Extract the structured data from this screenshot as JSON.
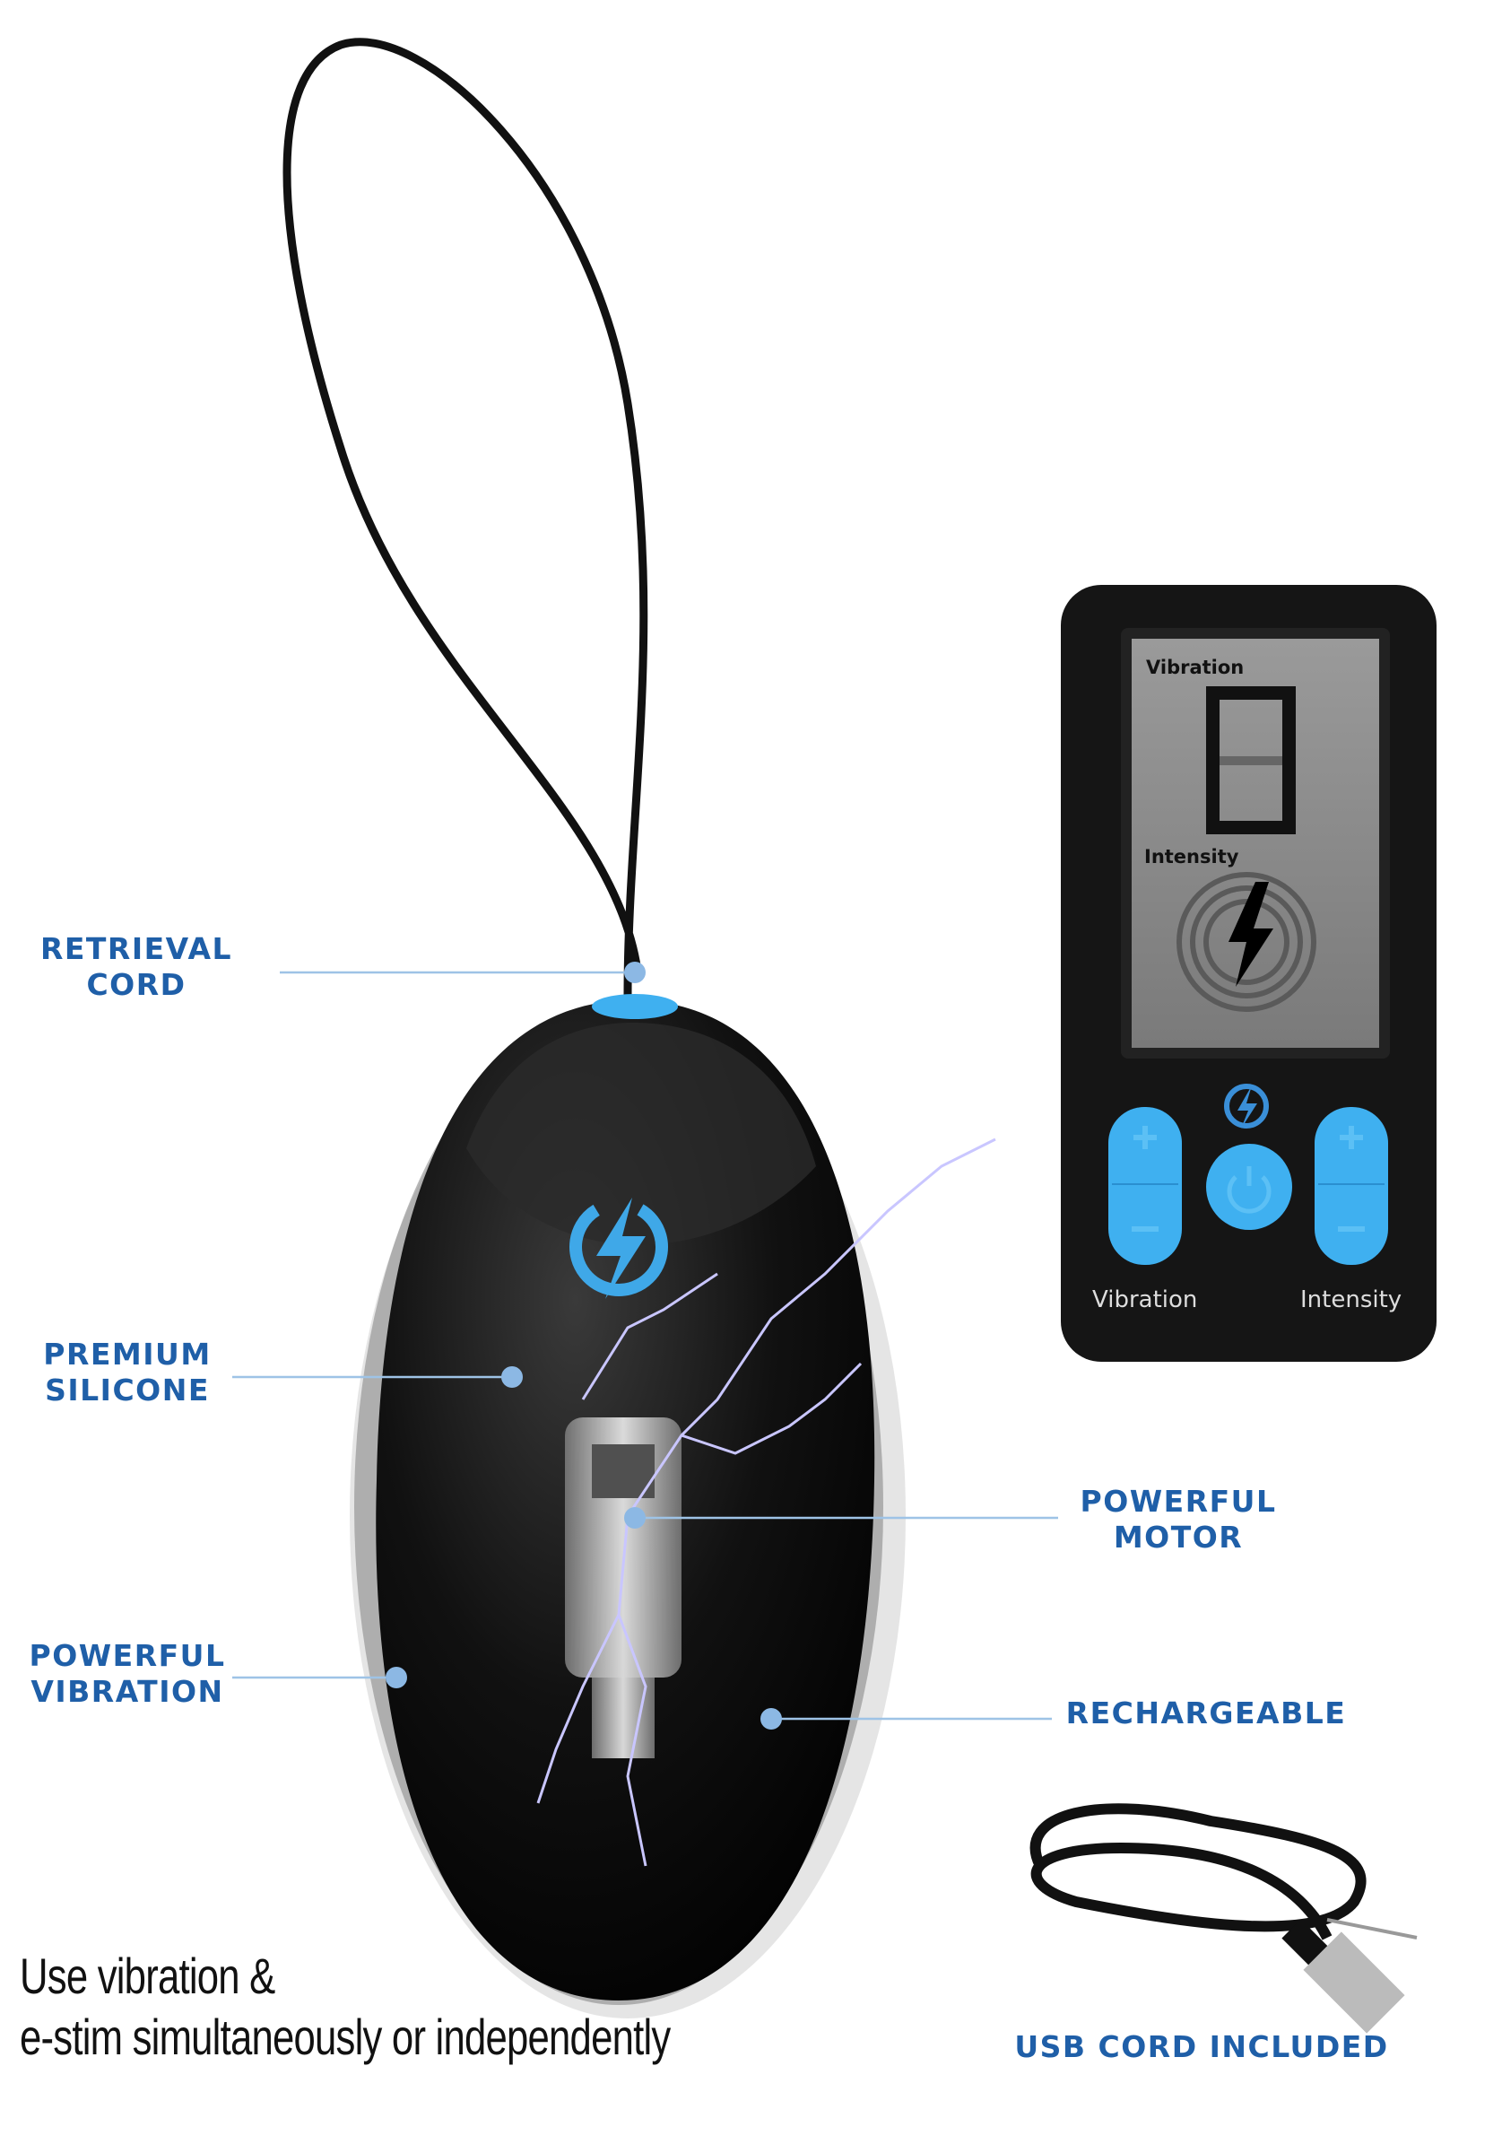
{
  "labels": {
    "retrieval_cord": [
      "RETRIEVAL",
      "CORD"
    ],
    "premium_silicone": [
      "PREMIUM",
      "SILICONE"
    ],
    "powerful_vibration": [
      "POWERFUL",
      "VIBRATION"
    ],
    "powerful_motor": [
      "POWERFUL",
      "MOTOR"
    ],
    "rechargeable": "RECHARGEABLE",
    "usb_cord": "USB CORD INCLUDED"
  },
  "tagline": [
    "Use vibration &",
    "e-stim simultaneously or independently"
  ],
  "remote": {
    "screen_vibration_label": "Vibration",
    "screen_digit": "8",
    "screen_intensity_label": "Intensity",
    "button_vibration_label": "Vibration",
    "button_intensity_label": "Intensity",
    "icons": [
      "lightning-bolt-icon",
      "power-icon",
      "plus-icon",
      "minus-icon"
    ]
  },
  "colors": {
    "label_blue": "#1f5fa8",
    "accent_blue": "#3fb0f0",
    "device_black": "#141414",
    "lcd_gray": "#8c8c8c"
  }
}
